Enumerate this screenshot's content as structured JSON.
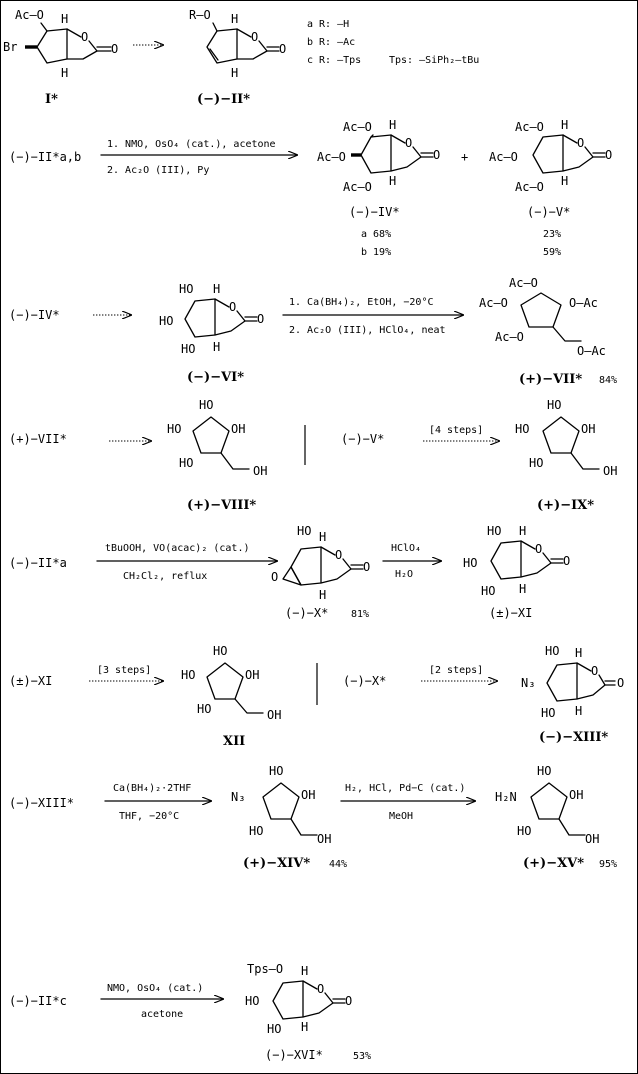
{
  "legend": {
    "a": "a R: —H",
    "b": "b R: —Ac",
    "c": "c R: —Tps",
    "tps": "Tps: —SiPh₂—tBu"
  },
  "compounds": {
    "I": "I*",
    "II": "(−)−II*",
    "IV": "(−)−IV*",
    "V": "(−)−V*",
    "VI": "(−)−VI*",
    "VII": "(+)−VII*",
    "VIII": "(+)−VIII*",
    "IX": "(+)−IX*",
    "X": "(−)−X*",
    "XI": "(±)−XI",
    "XII": "XII",
    "XIII": "(−)−XIII*",
    "XIV": "(+)−XIV*",
    "XV": "(+)−XV*",
    "XVI": "(−)−XVI*"
  },
  "starts": {
    "r1": "(−)−II*a,b",
    "r2": "(−)−IV*",
    "r3a": "(+)−VII*",
    "r3b": "(−)−V*",
    "r4": "(−)−II*a",
    "r5a": "(±)−XI",
    "r5b": "(−)−X*",
    "r6": "(−)−XIII*",
    "r7": "(−)−II*c"
  },
  "conditions": {
    "r1_top": "1. NMO, OsO₄ (cat.), acetone",
    "r1_bot": "2. Ac₂O  (III), Py",
    "r2_top": "1. Ca(BH₄)₂, EtOH, −20°C",
    "r2_bot": "2. Ac₂O  (III), HClO₄, neat",
    "r3": "[4 steps]",
    "r4_top": "tBuOOH, VO(acac)₂ (cat.)",
    "r4_bot": "CH₂Cl₂, reflux",
    "r4b_top": "HClO₄",
    "r4b_bot": "H₂O",
    "r5a": "[3 steps]",
    "r5b": "[2 steps]",
    "r6_top": "Ca(BH₄)₂·2THF",
    "r6_bot": "THF, −20°C",
    "r6b_top": "H₂, HCl, Pd−C (cat.)",
    "r6b_bot": "MeOH",
    "r7_top": "NMO, OsO₄ (cat.)",
    "r7_bot": "acetone"
  },
  "yields": {
    "IV_a": "a 68%",
    "IV_b": "b 19%",
    "V_a": "23%",
    "V_b": "59%",
    "VII": "84%",
    "X": "81%",
    "XIV": "44%",
    "XV": "95%",
    "XVI": "53%"
  },
  "atoms": {
    "AcO": "Ac—O",
    "RO": "R—O",
    "TpsO": "Tps—O",
    "AcO_left": "Ac—O",
    "Br": "Br",
    "HO": "HO",
    "OH": "OH",
    "O": "O",
    "H": "H",
    "N3": "N₃",
    "H2N": "H₂N",
    "OAc": "O—Ac",
    "plus": "+"
  }
}
